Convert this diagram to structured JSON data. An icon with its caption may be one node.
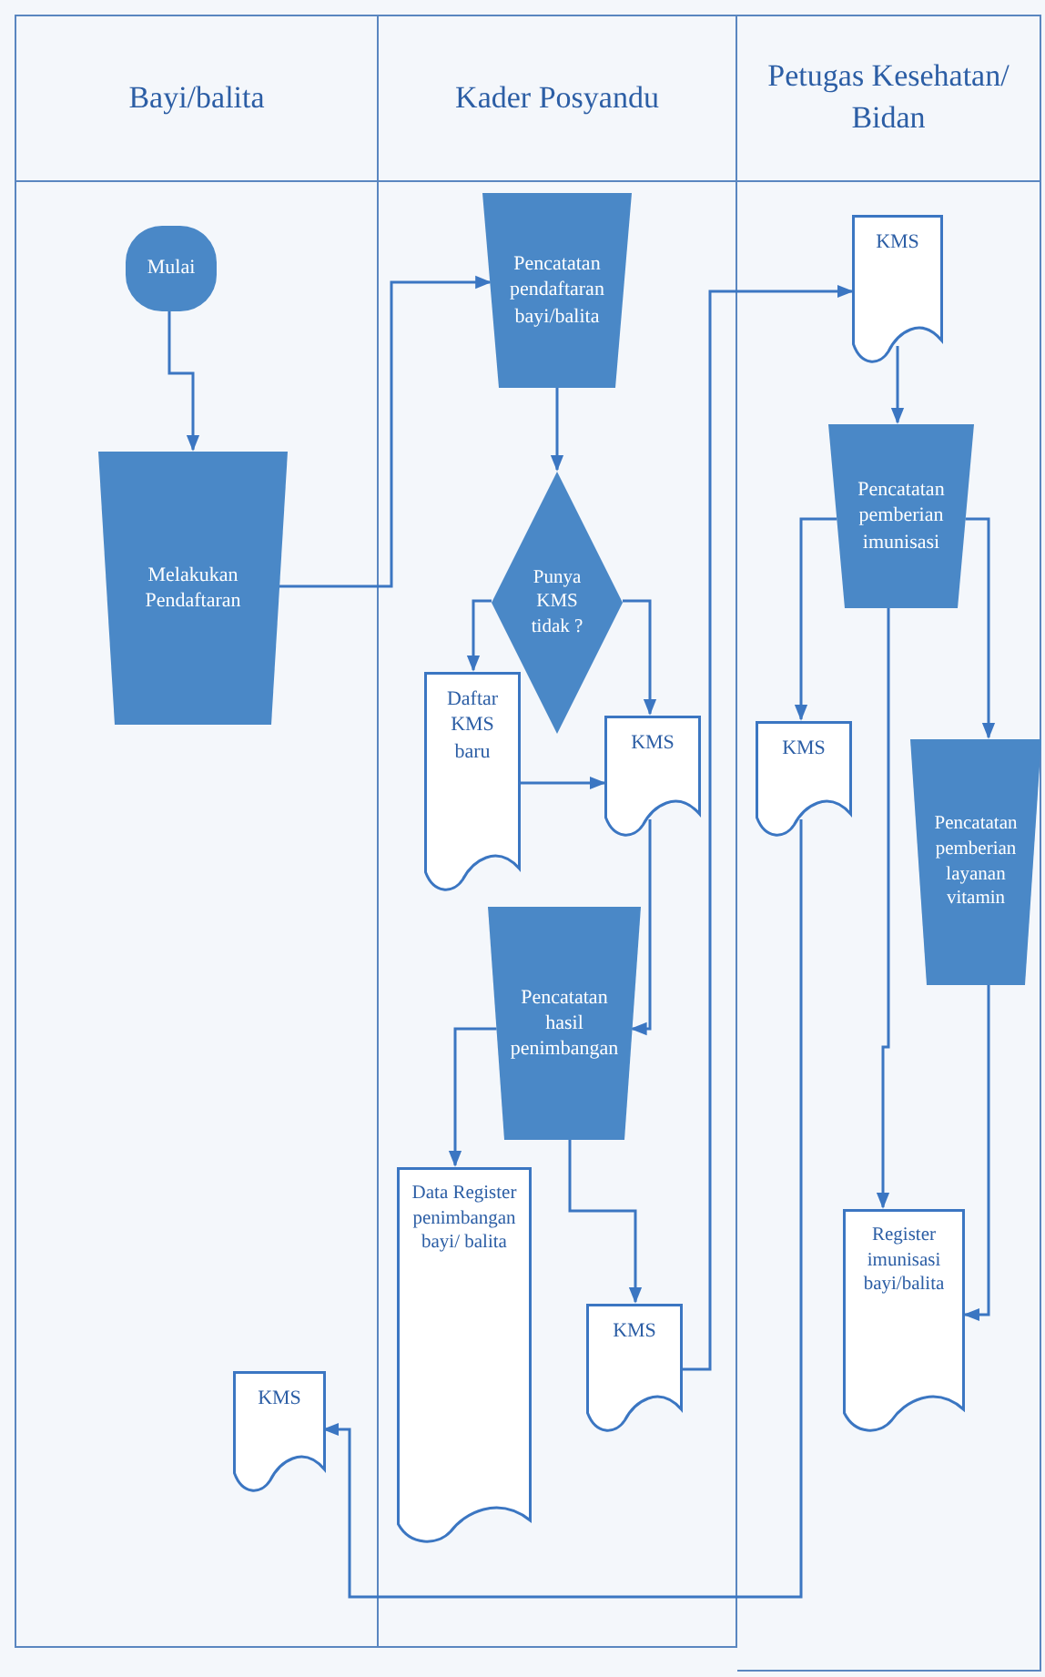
{
  "diagram": {
    "nodes": [
      {
        "text": [
          "Bayi/balita"
        ]
      },
      {
        "text": [
          "Kader Posyandu"
        ]
      },
      {
        "text": [
          "Petugas Kesehatan/ Bidan"
        ]
      },
      {
        "text": [
          "Mulai"
        ],
        "in": 0
      },
      {
        "text": [
          "Melakukan Pendaftaran"
        ],
        "in": 0
      },
      {
        "text": [
          "Pencatatan pendaftaran bayi/balita"
        ],
        "in": 1
      },
      {
        "text": [
          "Punya KMS tidak ?"
        ],
        "in": 1
      },
      {
        "text": [
          "Daftar KMS baru"
        ],
        "in": 1
      },
      {
        "text": [
          "KMS"
        ],
        "in": 1
      },
      {
        "text": [
          "Pencatatan hasil penimbangan"
        ],
        "in": 1
      },
      {
        "text": [
          "Data Register penimbangan bayi/ balita"
        ],
        "in": 1
      },
      {
        "text": [
          "KMS"
        ],
        "in": 1
      },
      {
        "text": [
          "KMS"
        ],
        "in": 2
      },
      {
        "text": [
          "Pencatatan pemberian imunisasi"
        ],
        "in": 2
      },
      {
        "text": [
          "KMS"
        ],
        "in": 2
      },
      {
        "text": [
          "Pencatatan pemberian layanan vitamin"
        ],
        "in": 2
      },
      {
        "text": [
          "Register imunisasi bayi/balita"
        ],
        "in": 2
      },
      {
        "text": [
          "KMS"
        ],
        "in": 0
      }
    ],
    "edges": [
      {
        "from": 3,
        "to": 4,
        "arrow": "to"
      },
      {
        "from": 4,
        "to": 5,
        "arrow": "to"
      },
      {
        "from": 5,
        "to": 6,
        "arrow": "to"
      },
      {
        "from": 6,
        "to": 7,
        "arrow": "to"
      },
      {
        "from": 6,
        "to": 8,
        "arrow": "to"
      },
      {
        "from": 7,
        "to": 8,
        "arrow": "to"
      },
      {
        "from": 8,
        "to": 9,
        "arrow": "to"
      },
      {
        "from": 9,
        "to": 10,
        "arrow": "to"
      },
      {
        "from": 9,
        "to": 11,
        "arrow": "to"
      },
      {
        "from": 11,
        "to": 12,
        "arrow": "to"
      },
      {
        "from": 12,
        "to": 13,
        "arrow": "to"
      },
      {
        "from": 13,
        "to": 14,
        "arrow": "to"
      },
      {
        "from": 13,
        "to": 15,
        "arrow": "to"
      },
      {
        "from": 13,
        "to": 16,
        "arrow": "to"
      },
      {
        "from": 15,
        "to": 16,
        "arrow": "to"
      },
      {
        "from": 14,
        "to": 17,
        "arrow": "to"
      }
    ]
  }
}
